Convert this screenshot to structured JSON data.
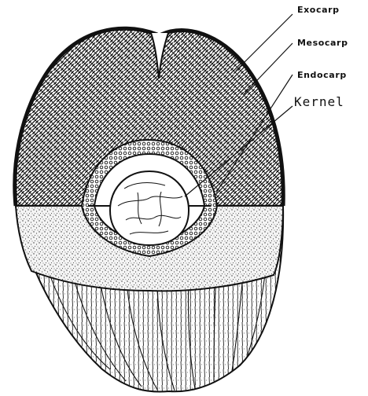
{
  "labels": {
    "exocarp": "Exocarp",
    "mesocarp": "Mesocarp",
    "endocarp": "Endocarp",
    "kernel": "Kernel"
  },
  "colors": {
    "ink": "#111111",
    "paper": "#ffffff",
    "mesocarp_fill": "#2b2b2b",
    "stipple": "#888888"
  }
}
